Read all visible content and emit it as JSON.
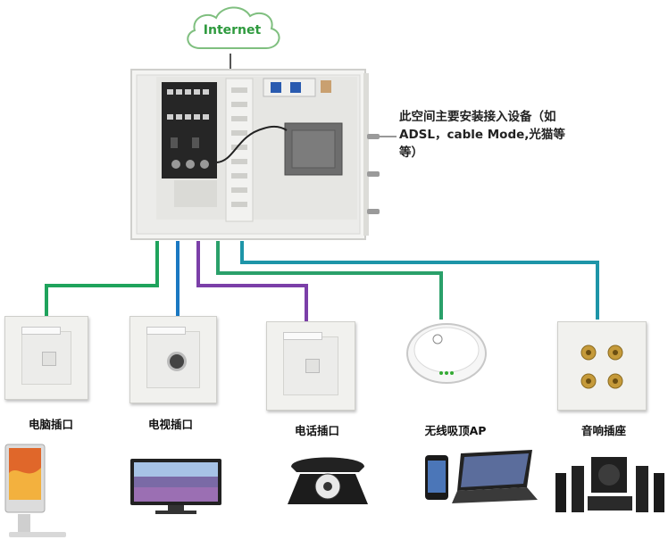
{
  "cloud": {
    "label": "Internet"
  },
  "box_note": "此空间主要安装接入设备（如ADSL，cable Mode,光猫等等）",
  "outlets": [
    {
      "label": "电脑插口",
      "line_color": "#1fa35c"
    },
    {
      "label": "电视插口",
      "line_color": "#1a78c2"
    },
    {
      "label": "电话插口",
      "line_color": "#7b3fa8"
    },
    {
      "label": "无线吸顶AP",
      "line_color": "#2aa06a"
    },
    {
      "label": "音响插座",
      "line_color": "#1e95a8"
    }
  ],
  "devices": {
    "computer": "imac",
    "tv": "flat-screen tv",
    "phone": "rotary telephone",
    "ap_clients": "smartphone and laptop",
    "audio": "home theater speakers"
  }
}
